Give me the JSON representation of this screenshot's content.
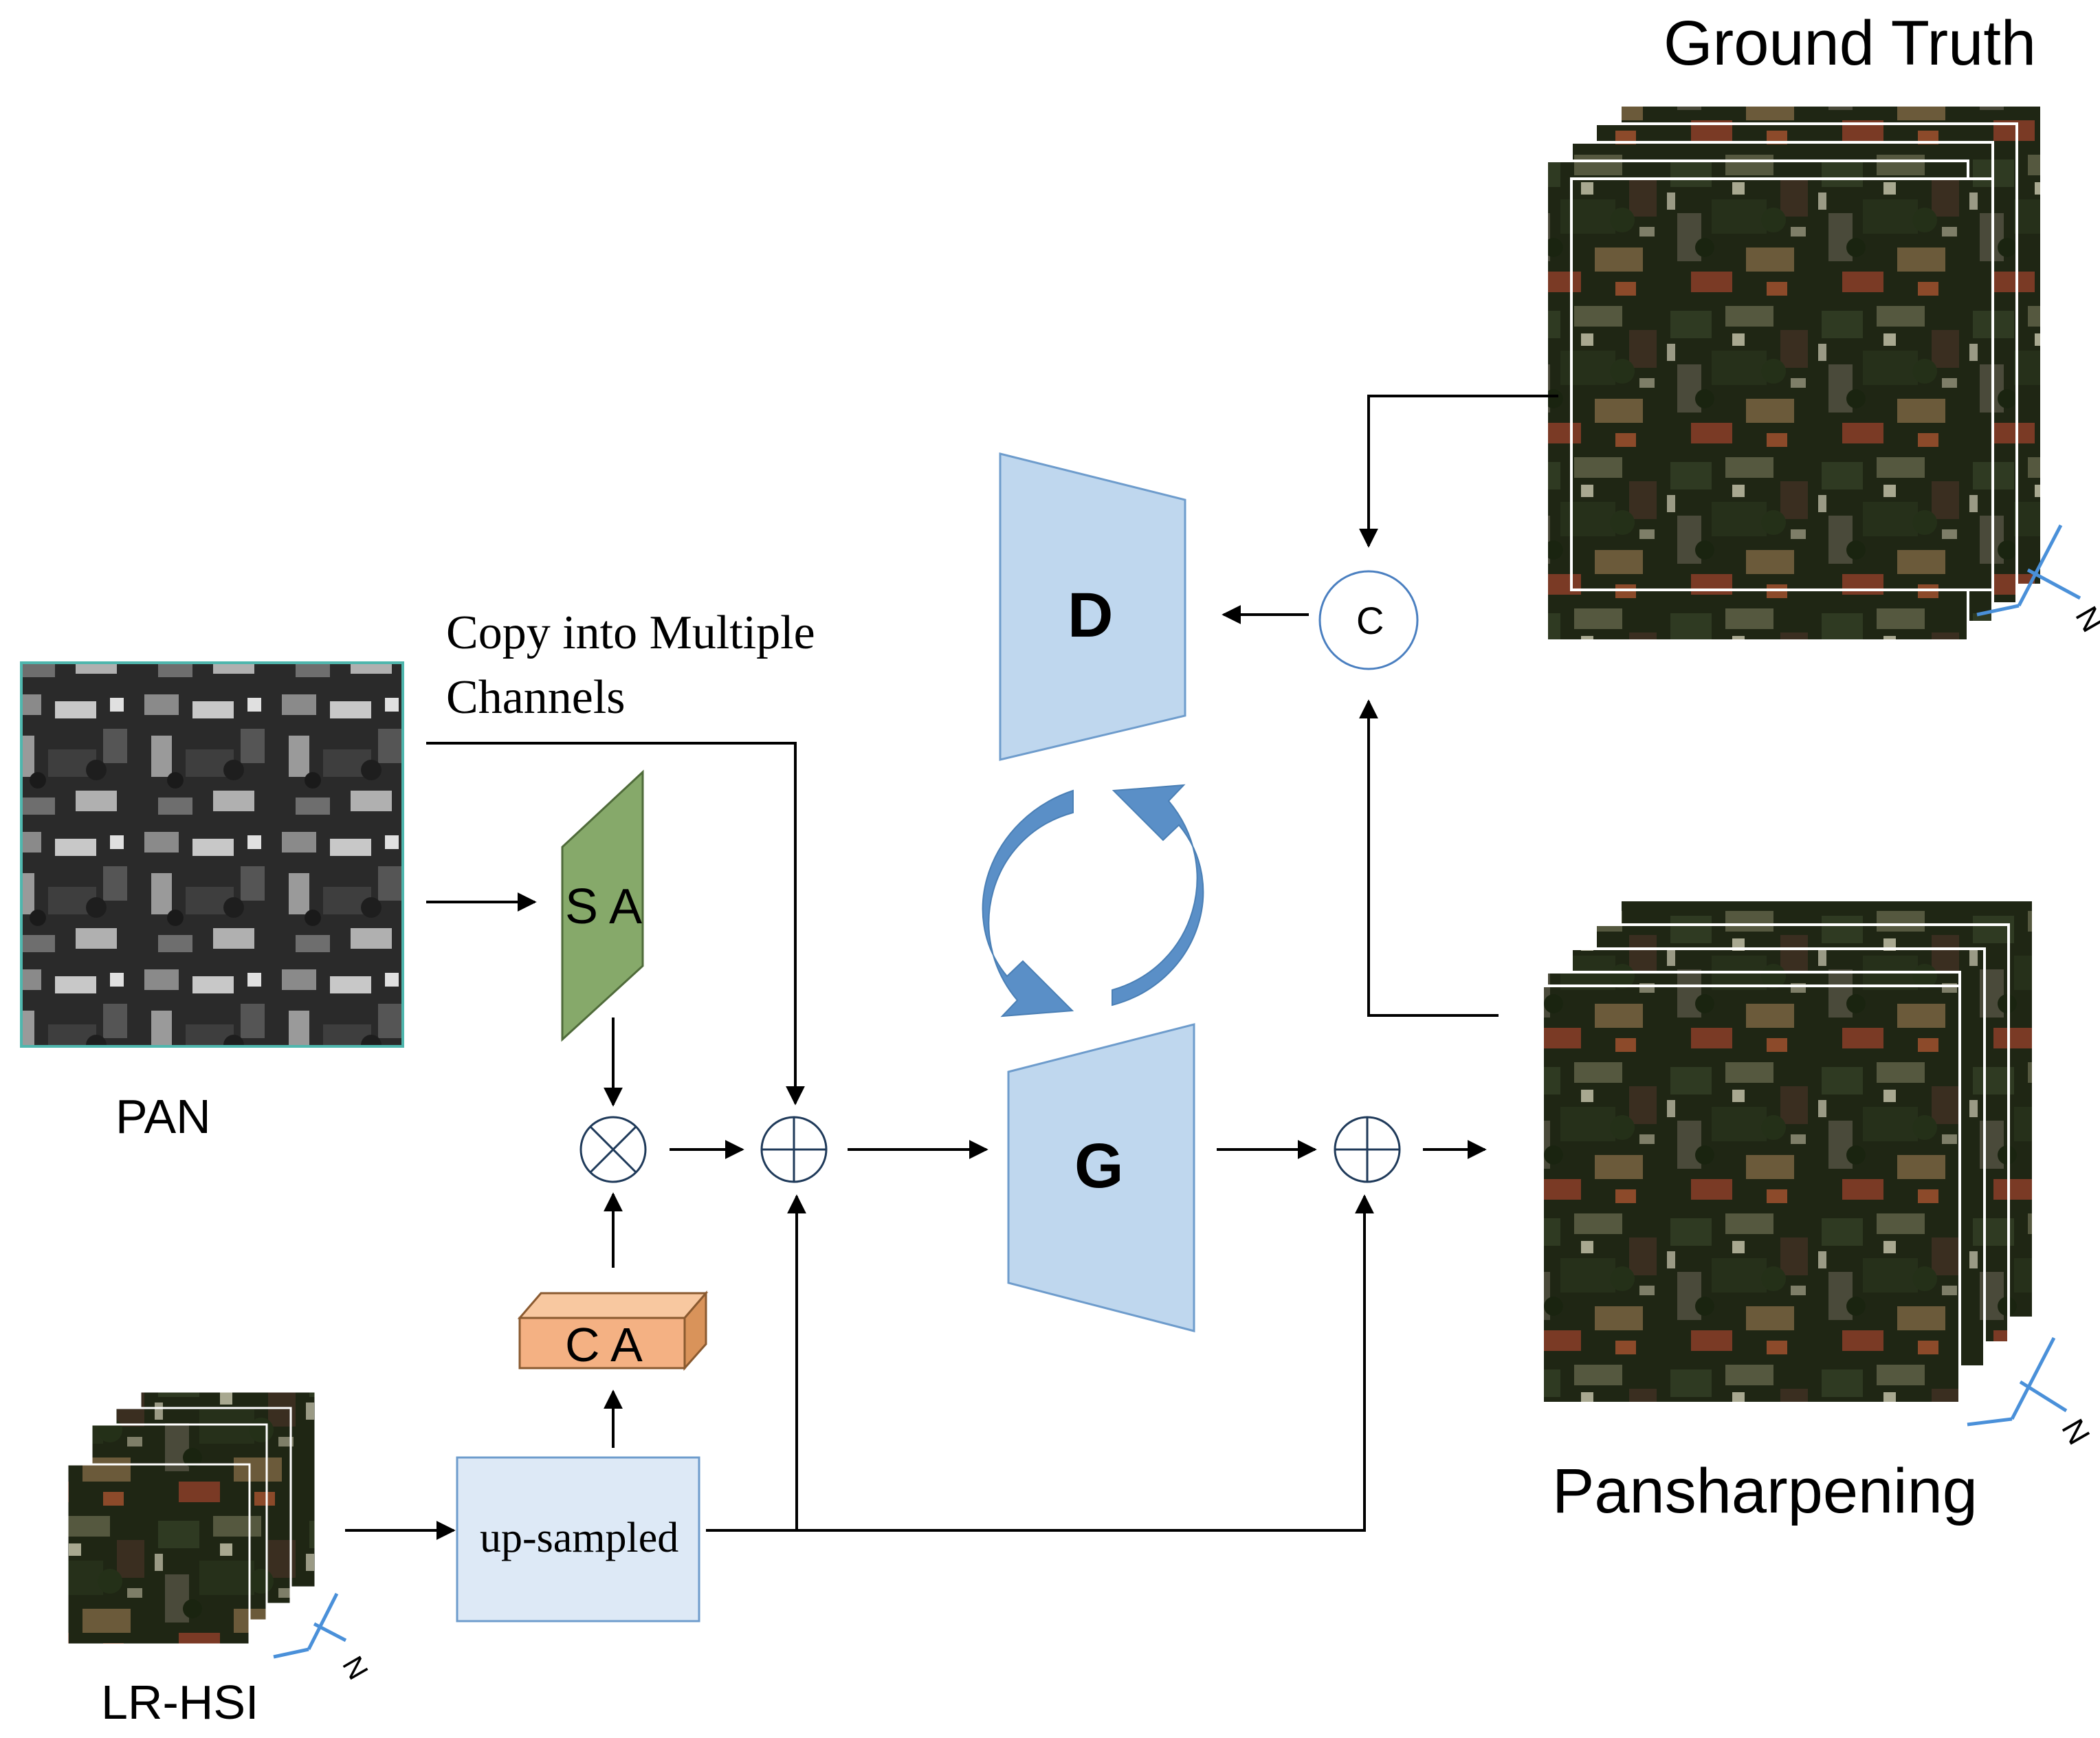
{
  "labels": {
    "ground_truth": "Ground Truth",
    "copy_line1": "Copy into Multiple",
    "copy_line2": "Channels",
    "pan": "PAN",
    "lr_hsi": "LR-HSI",
    "pansharpening": "Pansharpening",
    "sa": "S A",
    "ca": "C A",
    "upsampled": "up-sampled",
    "discriminator": "D",
    "generator": "G",
    "concat": "C",
    "band_n": "N"
  },
  "colors": {
    "network_fill": "#bfd7ee",
    "network_stroke": "#6e9ccc",
    "sa_fill": "#86a96a",
    "ca_fill": "#f4b183",
    "upsample_fill": "#dde9f6",
    "cycle_arrow": "#5a8fc7",
    "node_stroke": "#1f3a5a",
    "concat_stroke": "#4a7fc0",
    "band_stroke": "#4a90d9",
    "pan_border": "#4fb6ad"
  },
  "icons": {
    "multiply": "circled-times-icon",
    "add": "circled-plus-icon",
    "concat": "circle-c-icon",
    "cycle": "cycle-arrows-icon"
  }
}
